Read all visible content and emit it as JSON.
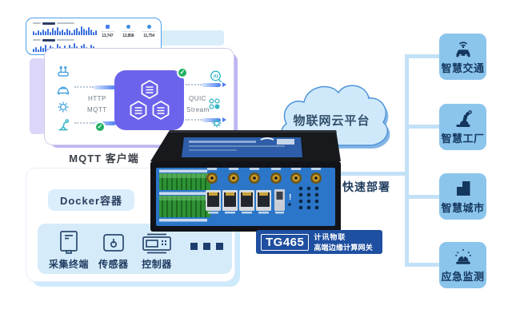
{
  "colors": {
    "accent_blue": "#2b76c8",
    "bar_blue": "#3a6fe0",
    "hub_purple": "#6c63ec",
    "check_green": "#22b163",
    "navy": "#14375e",
    "connector_blue": "#c2e1f6",
    "app_box_blue": "#8cc5ec",
    "badge_blue": "#1e4fa0",
    "cloud_blue": "#cfe9fb"
  },
  "stats_card": {
    "stats": [
      {
        "value": "13,747"
      },
      {
        "value": "12,858"
      },
      {
        "value": "11,754"
      }
    ],
    "chart_bars_top": [
      5,
      3,
      6,
      4,
      7,
      5,
      8,
      4,
      9,
      6,
      10,
      5,
      7,
      4,
      8,
      6,
      3,
      7,
      9,
      5,
      11,
      8,
      6,
      10,
      7,
      4,
      6
    ],
    "chart_bars_bottom": [
      4,
      6,
      3,
      7,
      5,
      9,
      4,
      8,
      6,
      5,
      10,
      7,
      4,
      8,
      5,
      9,
      6,
      11,
      7,
      5,
      8,
      10,
      6,
      4,
      9,
      7,
      5
    ]
  },
  "mqtt": {
    "caption": "MQTT 客户端",
    "left_protocols": [
      "HTTP",
      "MQTT"
    ],
    "right_protocols": [
      "QUIC",
      "Stream"
    ],
    "ai_text": "AI"
  },
  "docker": {
    "title": "Docker容器",
    "devices": [
      {
        "label": "采集终端",
        "icon": "collector-terminal-icon"
      },
      {
        "label": "传感器",
        "icon": "sensor-icon"
      },
      {
        "label": "控制器",
        "icon": "controller-icon"
      }
    ]
  },
  "cloud_label": "物联网云平台",
  "deploy_label": "快速部署",
  "badge": {
    "model": "TG465",
    "line1": "计讯物联",
    "line2": "高端边缘计算网关"
  },
  "applications": [
    {
      "label": "智慧交通",
      "icon": "smart-traffic-icon"
    },
    {
      "label": "智慧工厂",
      "icon": "smart-factory-icon"
    },
    {
      "label": "智慧城市",
      "icon": "smart-city-icon"
    },
    {
      "label": "应急监测",
      "icon": "emergency-monitor-icon"
    }
  ]
}
